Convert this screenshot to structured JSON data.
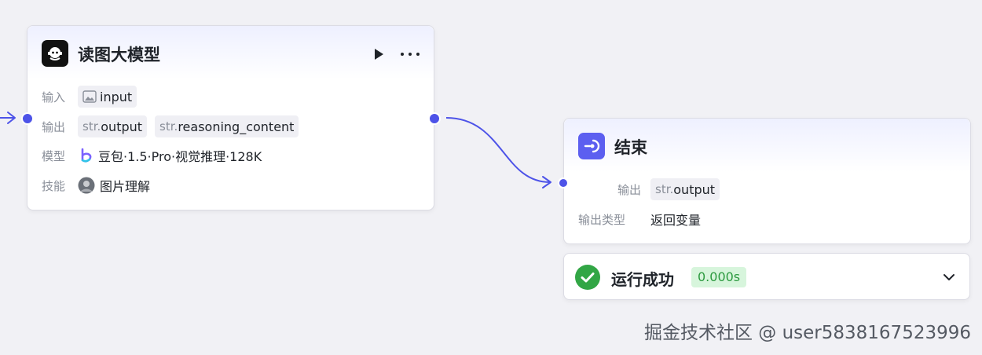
{
  "node1": {
    "title": "读图大模型",
    "rows": {
      "input_label": "输入",
      "input_tag": "input",
      "output_label": "输出",
      "output_tags": [
        {
          "prefix": "str.",
          "name": "output"
        },
        {
          "prefix": "str.",
          "name": "reasoning_content"
        }
      ],
      "model_label": "模型",
      "model_value": "豆包·1.5·Pro·视觉推理·128K",
      "skill_label": "技能",
      "skill_value": "图片理解"
    },
    "icons": [
      "robot-icon",
      "play-icon",
      "more-icon",
      "image-icon",
      "doubao-icon",
      "skill-avatar-icon"
    ]
  },
  "node2": {
    "title": "结束",
    "output_label": "输出",
    "output_tag": {
      "prefix": "str.",
      "name": "output"
    },
    "type_label": "输出类型",
    "type_value": "返回变量",
    "icons": [
      "end-icon"
    ]
  },
  "status": {
    "text": "运行成功",
    "time": "0.000s",
    "icons": [
      "check-circle-icon",
      "chevron-down-icon"
    ]
  },
  "watermark": "掘金技术社区 @ user5838167523996",
  "colors": {
    "accent": "#4d53e8",
    "success": "#32a645",
    "success_bg": "#d7f5dc",
    "canvas": "#f1f1f5"
  }
}
